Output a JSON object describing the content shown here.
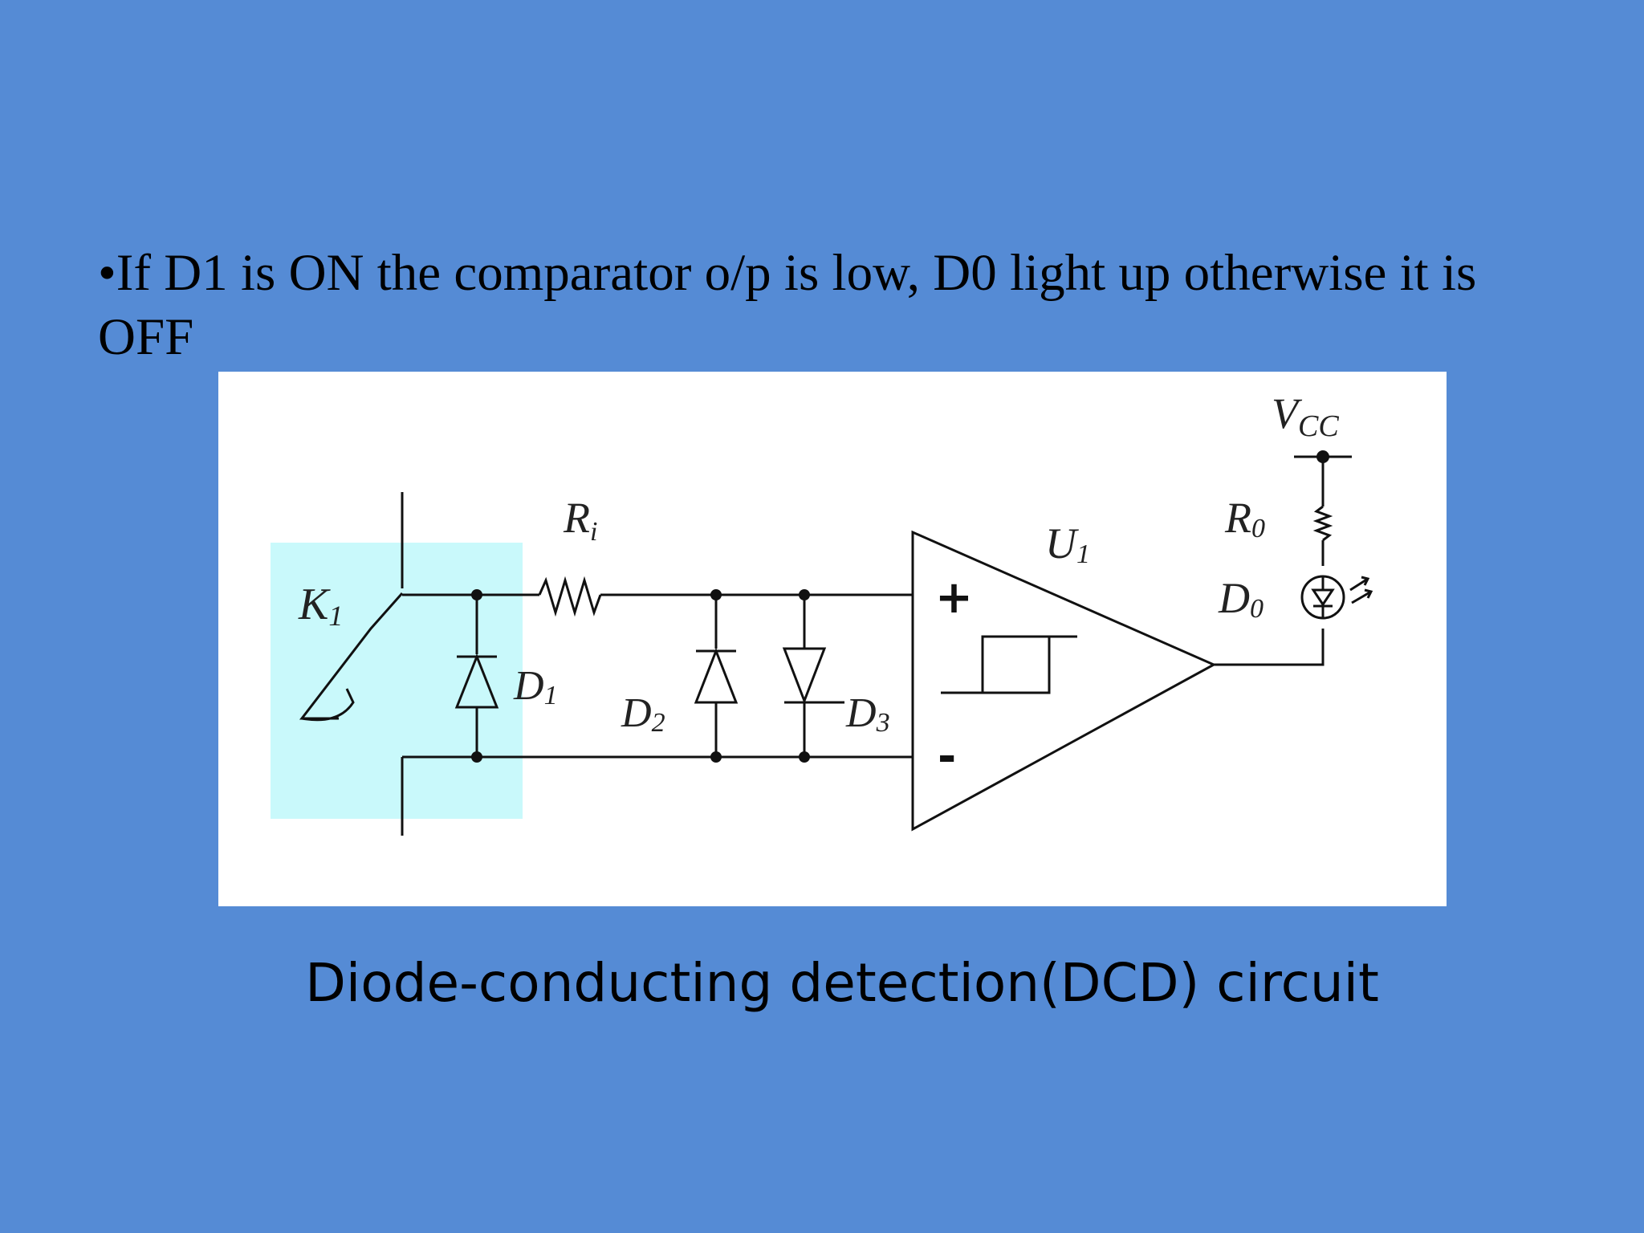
{
  "slide": {
    "background_color": "#558bd5",
    "bullet": {
      "marker": "•",
      "text": "If  D1 is ON the comparator o/p is low, D0 light up otherwise it is OFF"
    },
    "caption": "Diode-conducting detection(DCD) circuit"
  },
  "diagram": {
    "highlight_color": "#c9f9fb",
    "labels": {
      "k1": {
        "main": "K",
        "sub": "1"
      },
      "ri": {
        "main": "R",
        "sub": "i"
      },
      "d1": {
        "main": "D",
        "sub": "1"
      },
      "d2": {
        "main": "D",
        "sub": "2"
      },
      "d3": {
        "main": "D",
        "sub": "3"
      },
      "u1": {
        "main": "U",
        "sub": "1"
      },
      "vcc": {
        "main": "V",
        "sub": "CC"
      },
      "r0": {
        "main": "R",
        "sub": "0"
      },
      "d0": {
        "main": "D",
        "sub": "0"
      },
      "plus": "+",
      "minus": "-"
    }
  }
}
